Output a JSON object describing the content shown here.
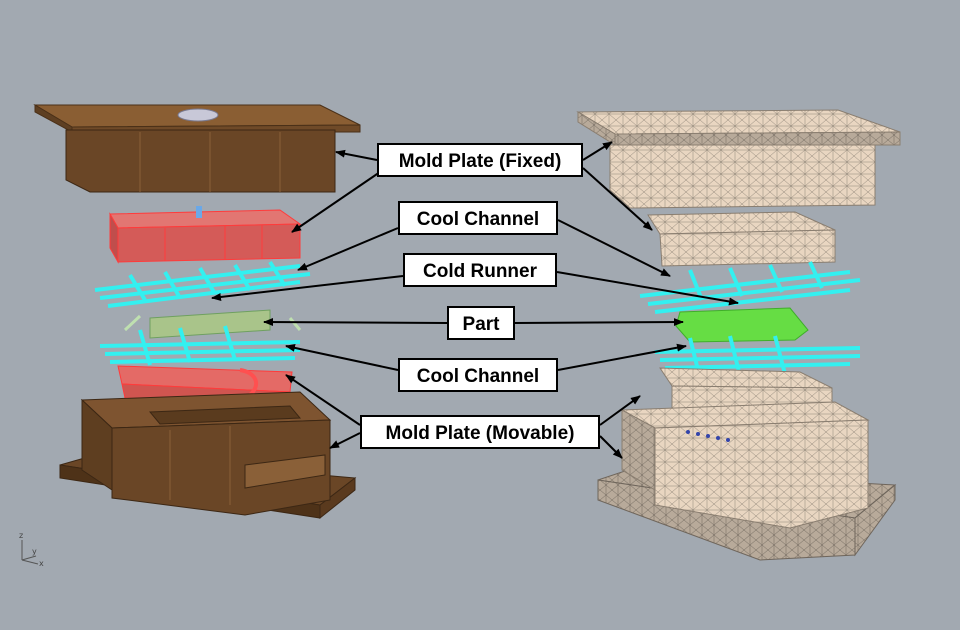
{
  "labels": {
    "mold_plate_fixed": "Mold Plate (Fixed)",
    "cool_channel_top": "Cool Channel",
    "cold_runner": "Cold Runner",
    "part": "Part",
    "cool_channel_bottom": "Cool Channel",
    "mold_plate_movable": "Mold Plate (Movable)"
  },
  "axis_triad": {
    "z": "z",
    "y": "y",
    "x": "x"
  },
  "colors": {
    "background": "#a2a9b1",
    "mold_plate_brown": "#6b4a2b",
    "insert_red": "#e0605c",
    "cooling_cyan": "#33f0f0",
    "part_green": "#66dd44",
    "mesh_beige": "#e6d2bc"
  }
}
